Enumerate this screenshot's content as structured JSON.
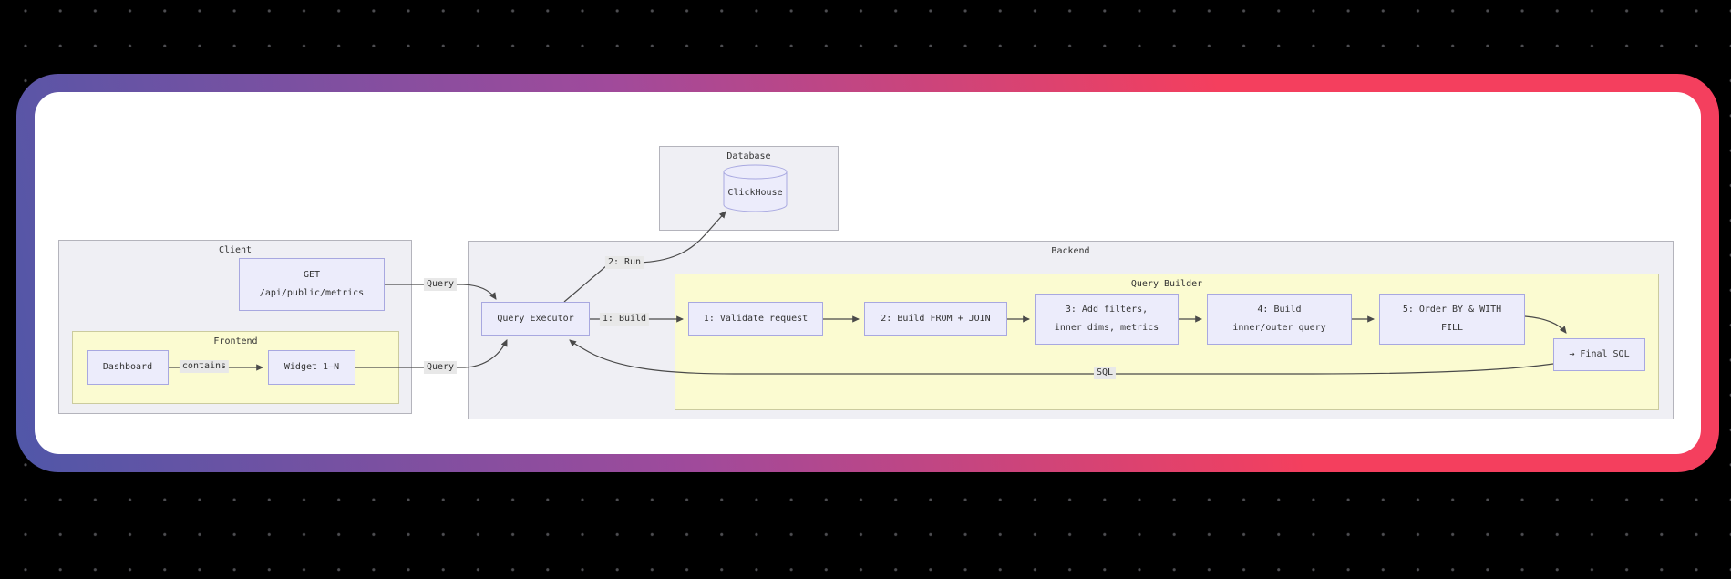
{
  "page": {
    "background": "#000000",
    "dot_color": "#4e4e52"
  },
  "card": {
    "gradient": [
      "#5057a8",
      "#a04a9b",
      "#f43f5e"
    ],
    "inner_background": "#ffffff"
  },
  "colors": {
    "node_fill": "#ececfb",
    "node_border": "#a8a8e0",
    "cluster_gray_fill": "#efeff4",
    "cluster_gray_border": "#b4b4bc",
    "cluster_yellow_fill": "#fbfbd1",
    "cluster_yellow_border": "#cbcb9e",
    "edge": "#4a4a4a",
    "label_bg": "#e8e8e8",
    "text": "#333333"
  },
  "diagram": {
    "clusters": {
      "database": {
        "label": "Database"
      },
      "client": {
        "label": "Client"
      },
      "frontend": {
        "label": "Frontend"
      },
      "backend": {
        "label": "Backend"
      },
      "query_builder": {
        "label": "Query Builder"
      }
    },
    "nodes": {
      "clickhouse": {
        "label": "ClickHouse"
      },
      "get": {
        "lines": [
          "GET",
          "/api/public/metrics"
        ]
      },
      "dashboard": {
        "label": "Dashboard"
      },
      "widget": {
        "label": "Widget 1–N"
      },
      "query_executor": {
        "label": "Query Executor"
      },
      "step1": {
        "label": "1: Validate request"
      },
      "step2": {
        "label": "2: Build FROM + JOIN"
      },
      "step3": {
        "lines": [
          "3: Add filters,",
          "inner dims, metrics"
        ]
      },
      "step4": {
        "lines": [
          "4: Build",
          "inner/outer query"
        ]
      },
      "step5": {
        "lines": [
          "5: Order BY & WITH",
          "FILL"
        ]
      },
      "final_sql": {
        "label": "→ Final SQL"
      }
    },
    "edge_labels": {
      "get_to_executor": "Query",
      "widget_to_executor": "Query",
      "dashboard_to_widget": "contains",
      "executor_to_clickhouse": "2: Run",
      "executor_to_builder": "1: Build",
      "final_to_executor": "SQL"
    }
  }
}
